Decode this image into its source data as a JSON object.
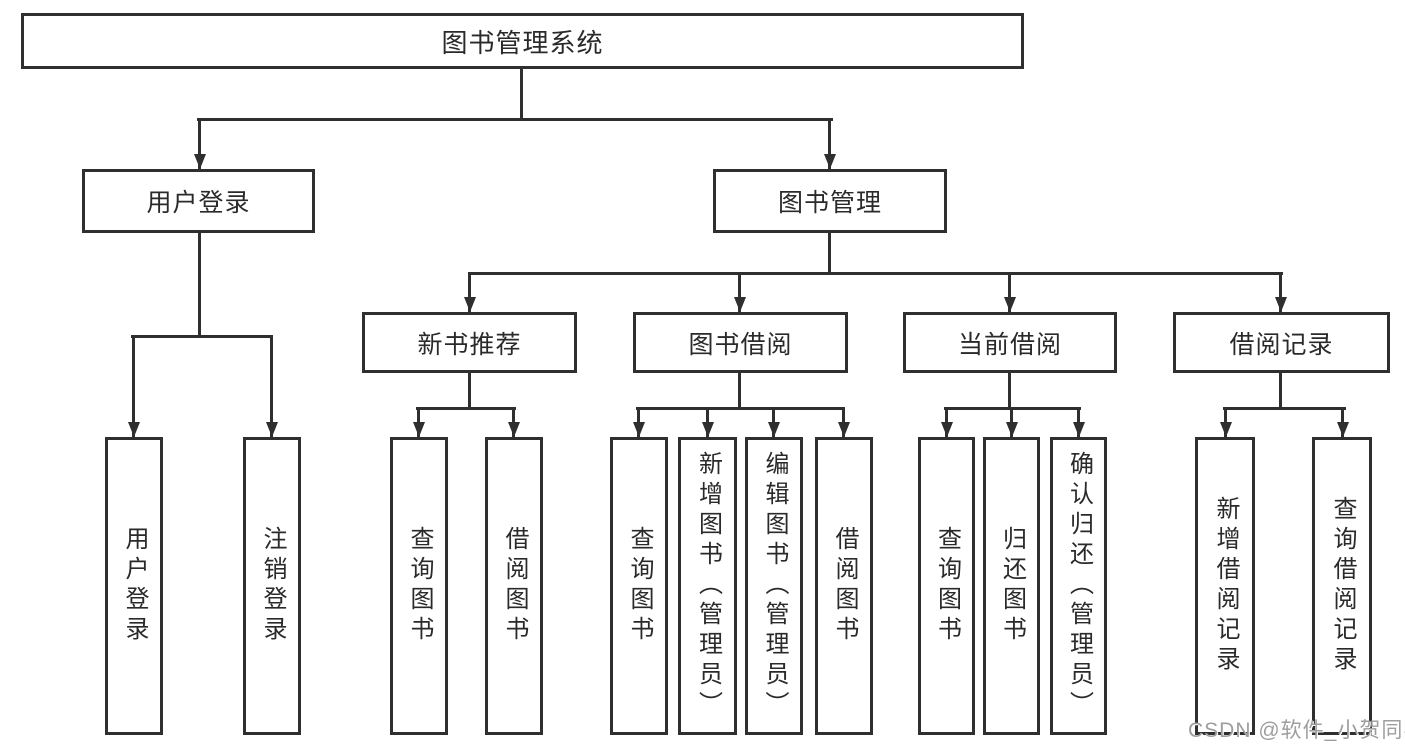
{
  "diagram": {
    "nodes": {
      "root": "图书管理系统",
      "user_login": "用户登录",
      "book_management": "图书管理",
      "new_book_recommend": "新书推荐",
      "book_borrowing": "图书借阅",
      "current_borrowing": "当前借阅",
      "borrowing_records": "借阅记录"
    },
    "leaves": {
      "user_login_1": "用户登录",
      "user_login_2": "注销登录",
      "new_book_1": "查询图书",
      "new_book_2": "借阅图书",
      "book_borrow_1": "查询图书",
      "book_borrow_2": "新增图书（管理员）",
      "book_borrow_3": "编辑图书（管理员）",
      "book_borrow_4": "借阅图书",
      "current_borrow_1": "查询图书",
      "current_borrow_2": "归还图书",
      "current_borrow_3": "确认归还（管理员）",
      "borrow_record_1": "新增借阅记录",
      "borrow_record_2": "查询借阅记录"
    },
    "watermark": "CSDN @软件_小贺同学",
    "colors": {
      "line": "#2f2f2f",
      "text": "#2a2a2a",
      "background": "#ffffff",
      "watermark": "#9e9e9e"
    }
  }
}
